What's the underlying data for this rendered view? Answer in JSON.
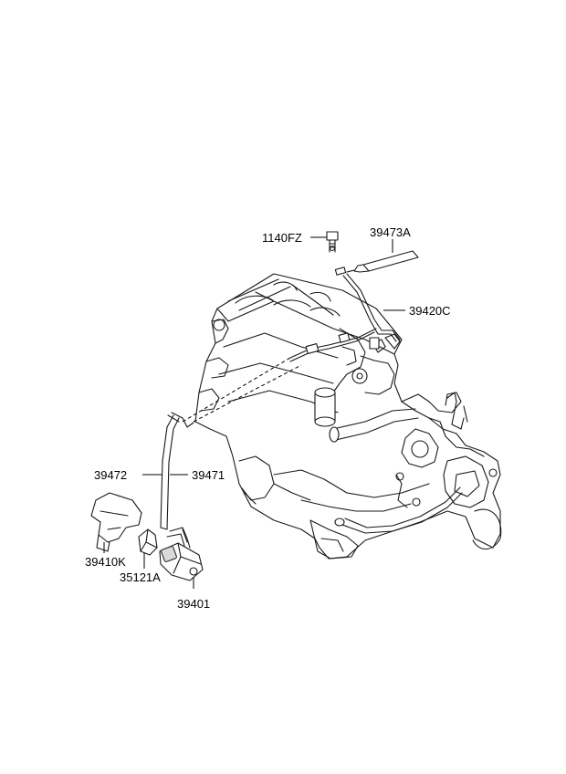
{
  "parts": {
    "p1140FZ": "1140FZ",
    "p39473A": "39473A",
    "p39420C": "39420C",
    "p39472": "39472",
    "p39471": "39471",
    "p39410K": "39410K",
    "p35121A": "35121A",
    "p39401": "39401"
  }
}
